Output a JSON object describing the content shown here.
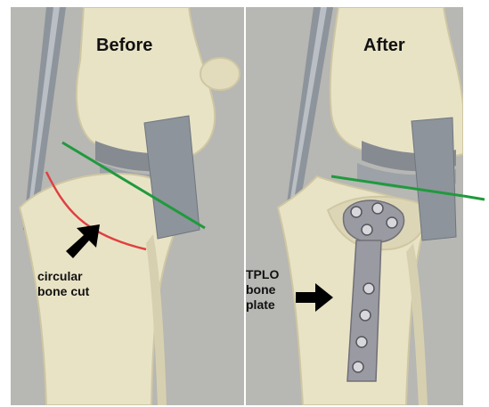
{
  "panels": {
    "before": {
      "title": "Before",
      "annotation_line1": "circular",
      "annotation_line2": "bone cut"
    },
    "after": {
      "title": "After",
      "annotation_line1": "TPLO",
      "annotation_line2": "bone",
      "annotation_line3": "plate"
    }
  },
  "colors": {
    "background": "#b7b7b3",
    "bone": "#e9e3c6",
    "bone_shadow": "#cfc7a3",
    "tendon": "#8d949b",
    "tendon_highlight": "#b9bfc4",
    "meniscus": "#858b91",
    "cut_line": "#e04040",
    "plane_line": "#1f9a3c",
    "plate": "#9a9aa2",
    "screw": "#d8d8dc",
    "arrow": "#000000",
    "text": "#111111"
  }
}
